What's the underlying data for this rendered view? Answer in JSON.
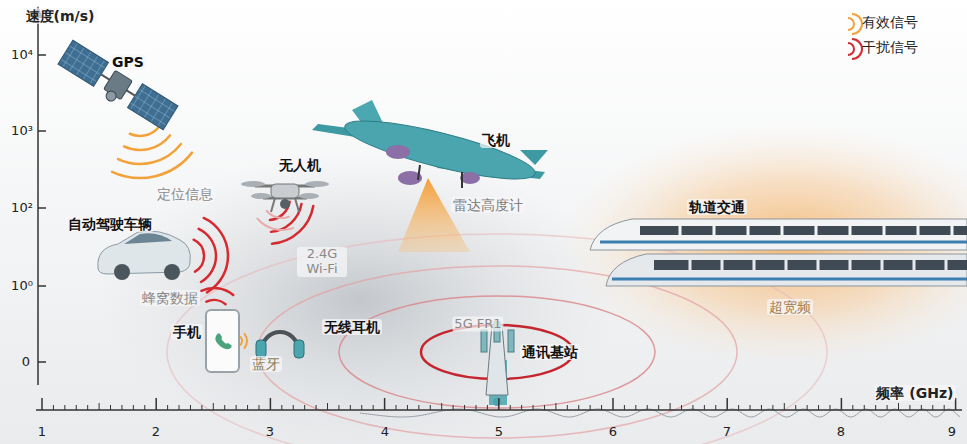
{
  "diagram": {
    "labels": [
      "速度(m/s)",
      "10⁴",
      "10³",
      "10²",
      "10⁰",
      "0",
      "频率 (GHz)",
      "1",
      "2",
      "3",
      "4",
      "5",
      "6",
      "7",
      "8",
      "9",
      "GPS",
      "定位信息",
      "无人机",
      "2.4G Wi-Fi",
      "飞机",
      "雷达高度计",
      "自动驾驶车辆",
      "蜂窝数据",
      "手机",
      "蓝牙",
      "无线耳机",
      "5G FR1",
      "通讯基站",
      "轨道交通",
      "超宽频"
    ],
    "legend": [
      {
        "text": "有效信号"
      },
      {
        "text": "干扰信号"
      }
    ]
  }
}
